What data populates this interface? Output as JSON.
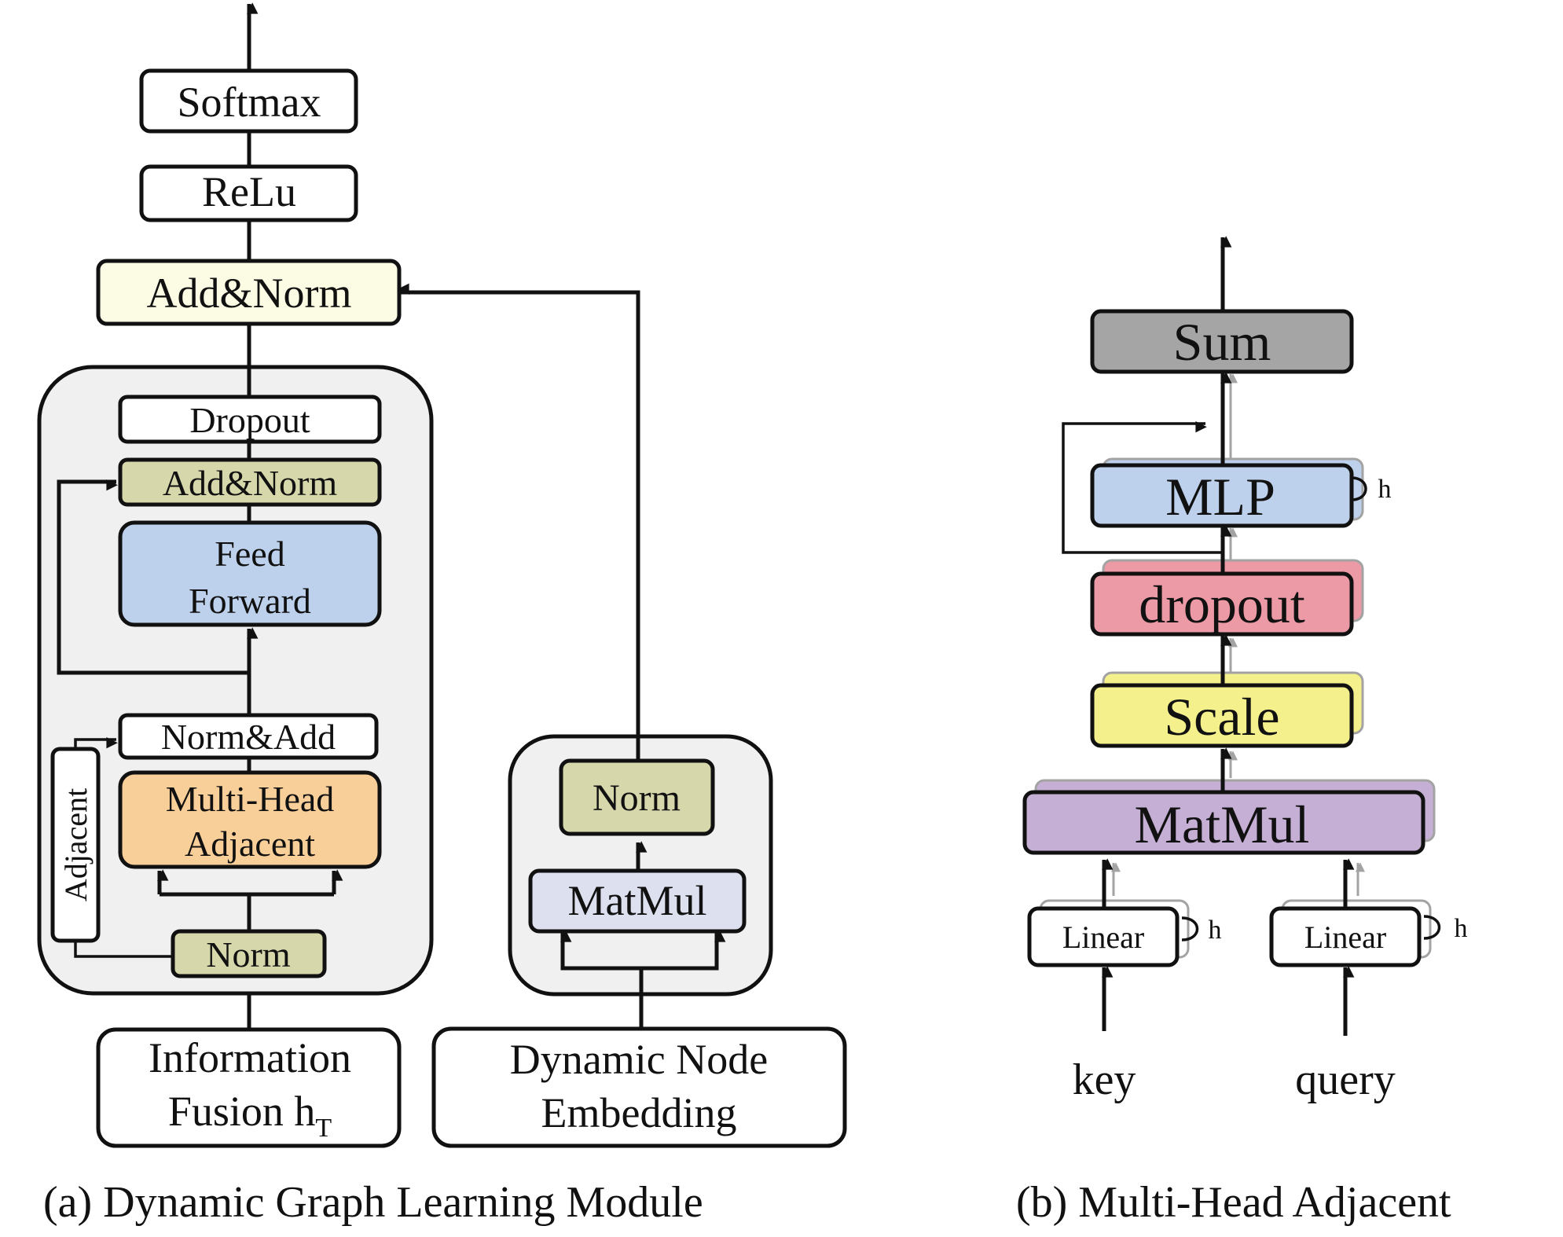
{
  "colors": {
    "container_bg": "#eff0ef",
    "addnorm_top": "#fcfbe3",
    "olive": "#d6d7aa",
    "feed_forward": "#bdd1ec",
    "multi_head": "#f9cf99",
    "matmul_a": "#dde0ef",
    "sum": "#a5a5a5",
    "mlp": "#bdd1ec",
    "dropout": "#ec9aa5",
    "scale": "#f4f08c",
    "matmul_b": "#c6afd5"
  },
  "panel_a": {
    "caption": "(a) Dynamic Graph Learning Module",
    "softmax": "Softmax",
    "relu": "ReLu",
    "add_norm_top": "Add&Norm",
    "dropout": "Dropout",
    "add_norm_inner": "Add&Norm",
    "feed_forward_line1": "Feed",
    "feed_forward_line2": "Forward",
    "norm_add": "Norm&Add",
    "multi_head_line1": "Multi-Head",
    "multi_head_line2": "Adjacent",
    "adjacent_side": "Adjacent",
    "norm_bottom": "Norm",
    "info_line1": "Information",
    "info_line2": "Fusion h",
    "info_subscript": "T",
    "norm_right": "Norm",
    "matmul": "MatMul",
    "dyn_line1": "Dynamic Node",
    "dyn_line2": "Embedding"
  },
  "panel_b": {
    "caption": "(b) Multi-Head Adjacent",
    "sum": "Sum",
    "mlp": "MLP",
    "dropout": "dropout",
    "scale": "Scale",
    "matmul": "MatMul",
    "linear_key": "Linear",
    "linear_query": "Linear",
    "head_mark": "h",
    "key": "key",
    "query": "query"
  }
}
